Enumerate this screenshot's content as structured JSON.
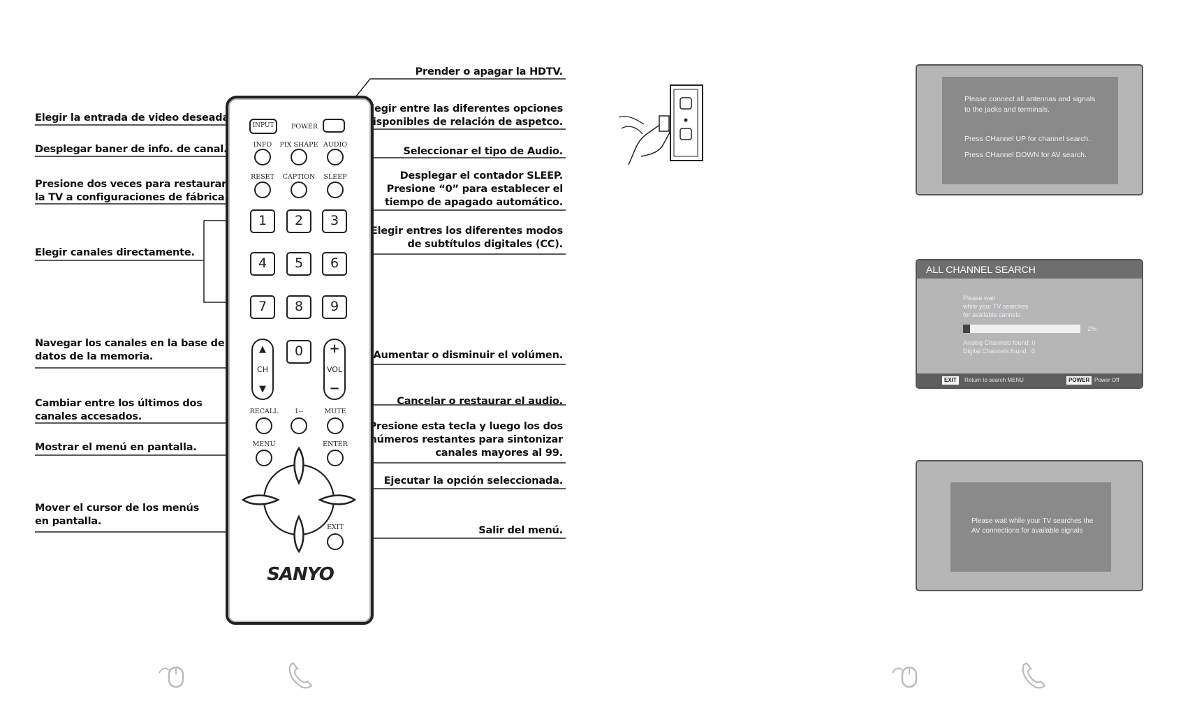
{
  "callouts_left": [
    {
      "lines": [
        "Elegir la entrada de video deseada."
      ]
    },
    {
      "lines": [
        "Desplegar baner de info. de canal."
      ]
    },
    {
      "lines": [
        "Presione dos veces para restaurar",
        "la TV a configuraciones de fábrica."
      ]
    },
    {
      "lines": [
        "Elegir canales directamente."
      ]
    },
    {
      "lines": [
        "Navegar los canales en la base de",
        "datos de la memoria."
      ]
    },
    {
      "lines": [
        "Cambiar entre los últimos dos",
        "canales accesados."
      ]
    },
    {
      "lines": [
        "Mostrar el menú en pantalla."
      ]
    },
    {
      "lines": [
        "Mover el cursor de los menús",
        "en pantalla."
      ]
    }
  ],
  "callouts_right": [
    {
      "lines": [
        "Prender o apagar la HDTV."
      ]
    },
    {
      "lines": [
        "Elegir entre las diferentes opciones",
        "disponibles de relación de aspetco."
      ]
    },
    {
      "lines": [
        "Seleccionar el tipo de Audio."
      ]
    },
    {
      "lines": [
        "Desplegar el contador SLEEP.",
        "Presione “0” para establecer el",
        "tiempo de apagado automático."
      ]
    },
    {
      "lines": [
        "Elegir entres los diferentes modos",
        "de subtítulos digitales (CC)."
      ]
    },
    {
      "lines": [
        "Aumentar o disminuir el volúmen."
      ]
    },
    {
      "lines": [
        "Cancelar o restaurar el audio."
      ]
    },
    {
      "lines": [
        "Presione esta tecla y luego los dos",
        "números restantes para sintonizar",
        "canales mayores al 99."
      ]
    },
    {
      "lines": [
        "Ejecutar la opción seleccionada."
      ]
    },
    {
      "lines": [
        "Salir del menú."
      ]
    }
  ],
  "remote": {
    "brand": "SANYO",
    "labels": {
      "input": "INPUT",
      "power": "POWER",
      "info": "INFO",
      "pix_shape": "PIX SHAPE",
      "audio": "AUDIO",
      "reset": "RESET",
      "caption": "CAPTION",
      "sleep": "SLEEP",
      "ch": "CH",
      "vol": "VOL",
      "recall": "RECALL",
      "dash": "1--",
      "mute": "MUTE",
      "menu": "MENU",
      "enter": "ENTER",
      "exit": "EXIT"
    },
    "digits": [
      "1",
      "2",
      "3",
      "4",
      "5",
      "6",
      "7",
      "8",
      "9",
      "0"
    ],
    "symbols": {
      "up": "▲",
      "down": "▼",
      "plus": "+",
      "minus": "−",
      "left": "<",
      "right": ">"
    }
  },
  "screens": {
    "connect": {
      "line1": "Please connect all antennas and signals",
      "line2": "to the jacks and terminals.",
      "line3": "Press CHannel UP for channel search.",
      "line4": "Press CHannel DOWN for AV search."
    },
    "search": {
      "title": "ALL CHANNEL SEARCH",
      "wait1": "Please wait",
      "wait2": "while your TV searches",
      "wait3": "for available cannels",
      "percent_label": "2%",
      "progress": 0.02,
      "analog": "Analog Channels found: 0",
      "digital": "Digital Channels found : 0",
      "exit_key": "EXIT",
      "exit_text": "Return to search MENU",
      "power_key": "POWER",
      "power_text": "Power Off"
    },
    "av": {
      "line1": "Please wait while your TV searches the",
      "line2": "AV connections for available signals"
    }
  },
  "colors": {
    "screen_bg": "#b6b6b6",
    "screen_inner": "#8a8a8a",
    "ink": "#111111"
  },
  "icons": [
    "plug-outlet-icon",
    "mouse-icon",
    "phone-icon"
  ]
}
